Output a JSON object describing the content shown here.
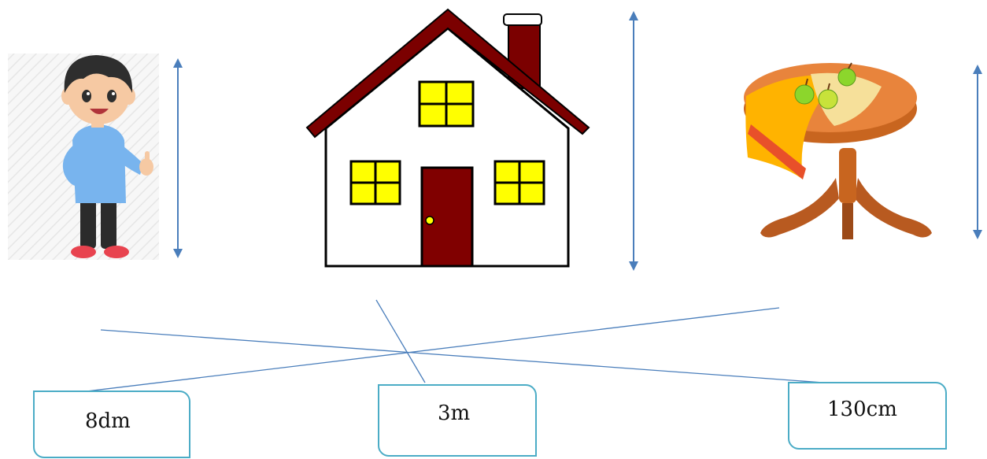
{
  "colors": {
    "arrow": "#4a7ebb",
    "match_line": "#4a7ebb",
    "box_border": "#4bacc6",
    "roof": "#7b0000",
    "window": "#ffff00",
    "door": "#800000",
    "shirt": "#78b4ee",
    "table_top": "#e8843c",
    "apple": "#8cd62c"
  },
  "icons": {
    "boy": "boy-illustration",
    "house": "house-illustration",
    "table": "round-table-with-apples-illustration"
  },
  "labels": [
    {
      "id": "label-8dm",
      "text": "8dm"
    },
    {
      "id": "label-3m",
      "text": "3m"
    },
    {
      "id": "label-130cm",
      "text": "130cm"
    }
  ]
}
